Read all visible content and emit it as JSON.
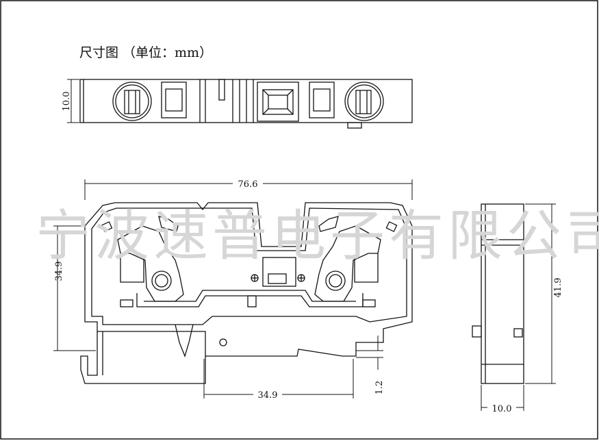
{
  "title": "尺寸图 （单位：mm）",
  "watermark": "宁波速普电子有限公司",
  "dimensions": {
    "top_height": "10.0",
    "overall_width": "76.6",
    "left_height": "34.9",
    "bottom_width": "34.9",
    "rail_offset": "1.2",
    "side_height": "41.9",
    "side_width": "10.0"
  },
  "colors": {
    "line": "#111111",
    "watermark": "#d6d6d6"
  }
}
